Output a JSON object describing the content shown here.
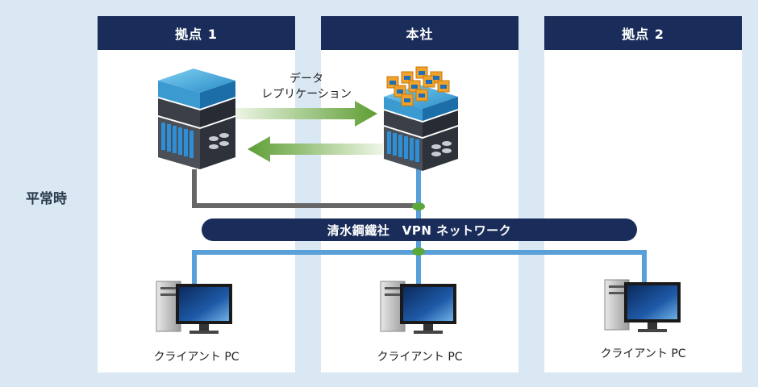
{
  "sites": {
    "site1": "拠点 1",
    "hq": "本社",
    "site2": "拠点 2"
  },
  "row_label": "平常時",
  "replication": {
    "line1": "データ",
    "line2": "レプリケーション"
  },
  "vpn": "清水鋼鐵社　VPN ネットワーク",
  "clients": {
    "client1": "クライアント PC",
    "client2": "クライアント PC",
    "client3": "クライアント PC"
  },
  "colors": {
    "header_navy": "#1a2d5a",
    "link_blue": "#5aa0d8",
    "link_gray": "#666666",
    "junction_green": "#5aa83c",
    "arrow_green": "#5a9a3a"
  }
}
